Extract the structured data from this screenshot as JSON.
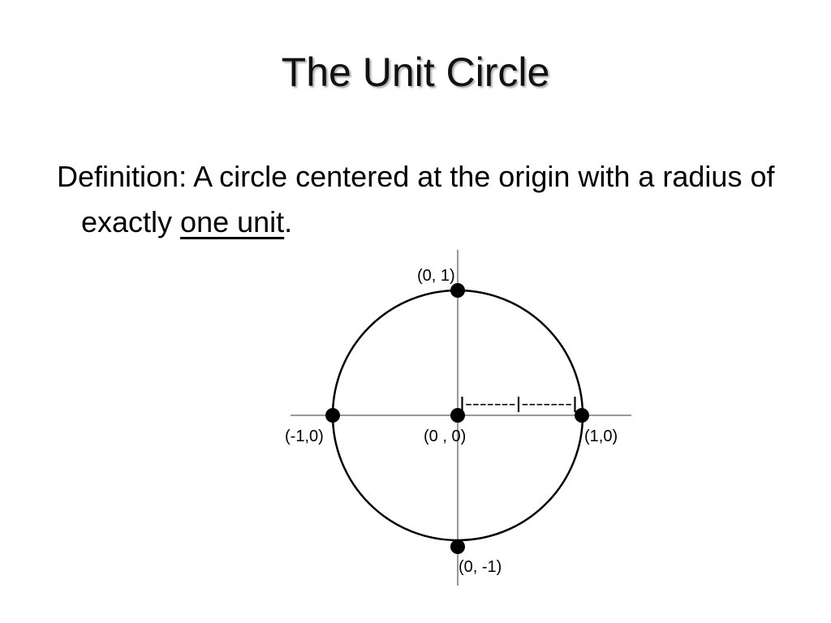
{
  "slide": {
    "title": "The Unit Circle",
    "definition_prefix": "Definition: A circle centered at the origin with a radius of exactly ",
    "definition_emphasis": "one unit",
    "definition_suffix": "."
  },
  "diagram": {
    "points": [
      {
        "id": "top",
        "x": 0,
        "y": 1,
        "label": "(0, 1)"
      },
      {
        "id": "bottom",
        "x": 0,
        "y": -1,
        "label": "(0, -1)"
      },
      {
        "id": "left",
        "x": -1,
        "y": 0,
        "label": "(-1,0)"
      },
      {
        "id": "right",
        "x": 1,
        "y": 0,
        "label": "(1,0)"
      },
      {
        "id": "origin",
        "x": 0,
        "y": 0,
        "label": "(0 , 0)"
      }
    ],
    "radius_marker": "|-------|-------|"
  }
}
